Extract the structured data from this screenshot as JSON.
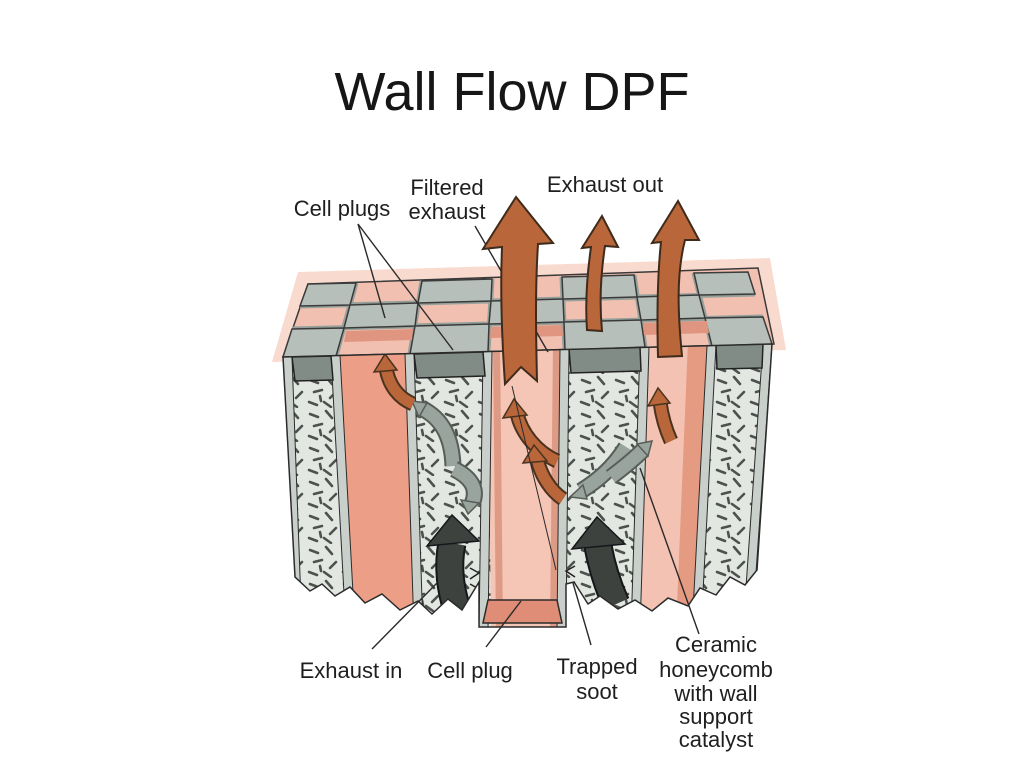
{
  "slide": {
    "title": "Wall Flow DPF"
  },
  "diagram": {
    "labels": {
      "cell_plugs": "Cell plugs",
      "filtered_exhaust": [
        "Filtered",
        "exhaust"
      ],
      "exhaust_out": "Exhaust out",
      "exhaust_in": "Exhaust in",
      "cell_plug": "Cell plug",
      "trapped_soot": [
        "Trapped",
        "soot"
      ],
      "ceramic_honeycomb": [
        "Ceramic",
        "honeycomb",
        "with wall",
        "support",
        "catalyst"
      ]
    },
    "colors": {
      "exhaust_arrow_orange": "#b9663a",
      "channel_pink": "#f1c0b1",
      "channel_pink_dark": "#ec9e87",
      "ceramic_wall_gray": "#e3e7e2",
      "plug_cap_gray": "#848e88",
      "soot_arrow_dark": "#3d423e",
      "wall_flow_arrow_gray": "#9aa49e"
    }
  }
}
